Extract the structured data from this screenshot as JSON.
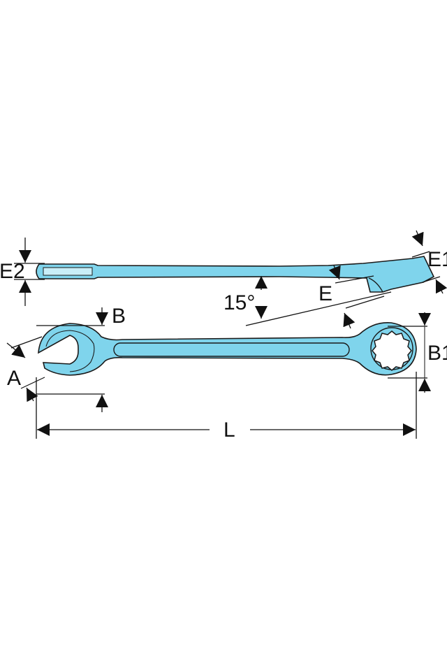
{
  "labels": {
    "e2": "E2",
    "e1": "E1",
    "e": "E",
    "angle": "15°",
    "b": "B",
    "a": "A",
    "b1": "B1",
    "l": "L"
  },
  "colors": {
    "tool_fill": "#7fd4ec",
    "tool_edge": "#1a1a1a",
    "tool_highlight": "#c9eef8",
    "dimension": "#111111",
    "background": "#ffffff"
  }
}
